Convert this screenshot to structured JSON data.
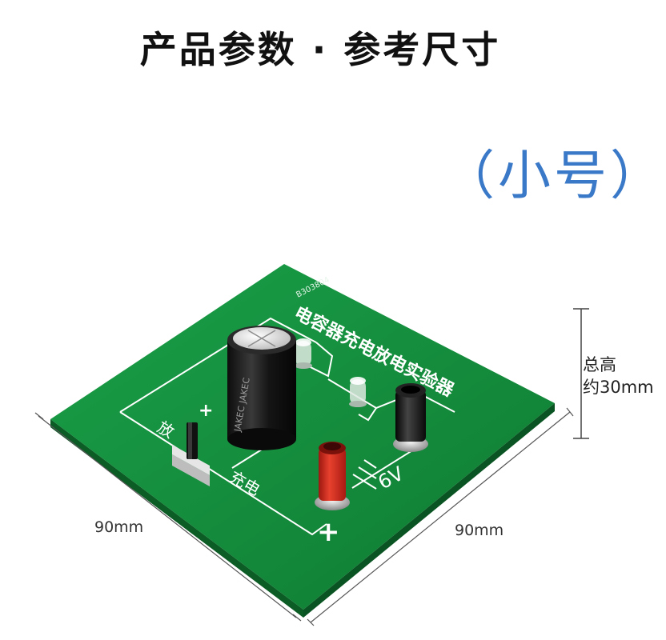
{
  "header": {
    "title": "产品参数 · 参考尺寸"
  },
  "variant": {
    "label": "（小号）"
  },
  "board": {
    "model": "B303804",
    "name": "电容器充电放电实验器",
    "switch_discharge": "放",
    "switch_charge": "充电",
    "plus": "+",
    "plus_bottom": "+",
    "voltage": "6V",
    "capacitor_brand": "JAKEC JAKEC",
    "color": "#138a3a"
  },
  "dimensions": {
    "width_left": "90mm",
    "width_right": "90mm",
    "height_line1": "总高",
    "height_line2": "约30mm"
  },
  "colors": {
    "accent": "#3a78c8",
    "pcb": "#138a3a",
    "terminal_red": "#d42a1c",
    "terminal_black": "#1a1a1a"
  }
}
